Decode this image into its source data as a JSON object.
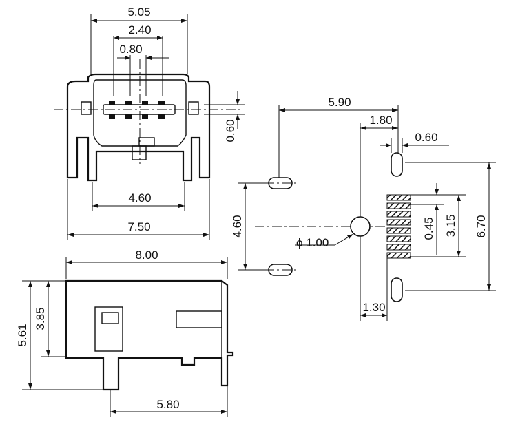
{
  "top_view": {
    "dim_width_outer": "5.05",
    "dim_pin_span": "2.40",
    "dim_pin_pitch": "0.80",
    "dim_pin_height": "0.60",
    "dim_post_span": "4.60",
    "dim_body_width": "7.50"
  },
  "side_view": {
    "dim_length": "8.00",
    "dim_total_height": "5.61",
    "dim_body_height": "3.85",
    "dim_post_offset": "5.80"
  },
  "footprint": {
    "dim_slot_to_center": "5.90",
    "dim_pad_offset": "1.80",
    "dim_slot_width": "0.60",
    "dim_slot_spacing_left": "4.60",
    "dim_hole_diameter": "ϕ 1.00",
    "dim_pad_pitch": "0.45",
    "dim_pad_span": "3.15",
    "dim_slot_spacing_right": "6.70",
    "dim_hole_to_pad": "1.30"
  }
}
